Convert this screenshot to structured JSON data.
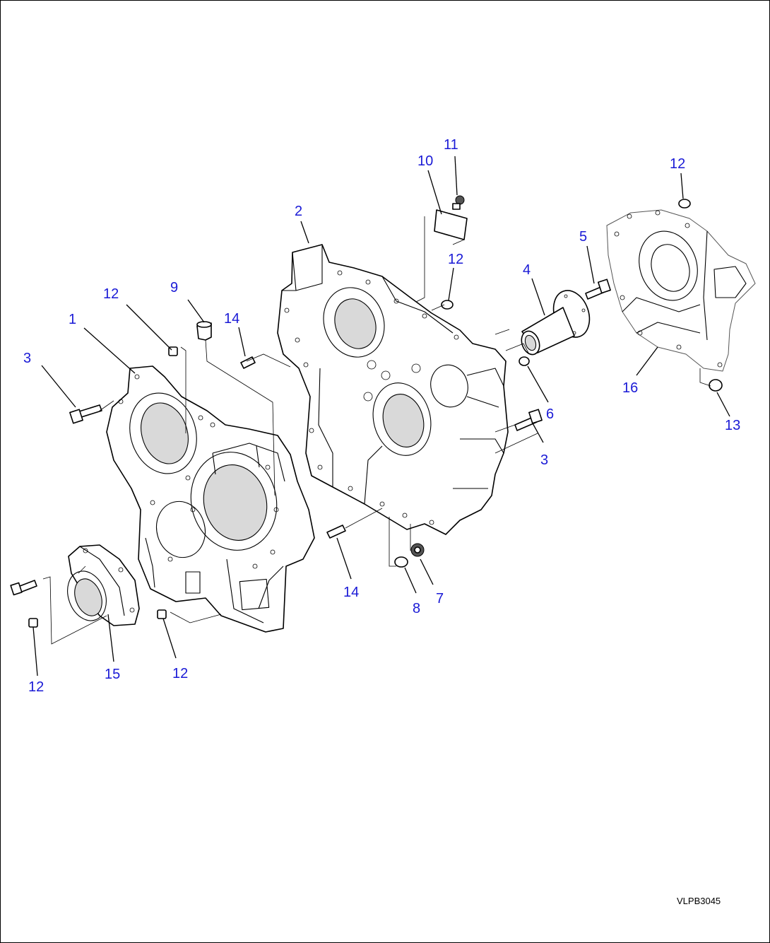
{
  "diagram": {
    "drawing_code": "VLPB3045",
    "callouts": [
      "1",
      "2",
      "3",
      "3",
      "4",
      "5",
      "6",
      "7",
      "8",
      "9",
      "10",
      "11",
      "12",
      "12",
      "12",
      "12",
      "12",
      "13",
      "14",
      "14",
      "15",
      "16"
    ]
  }
}
